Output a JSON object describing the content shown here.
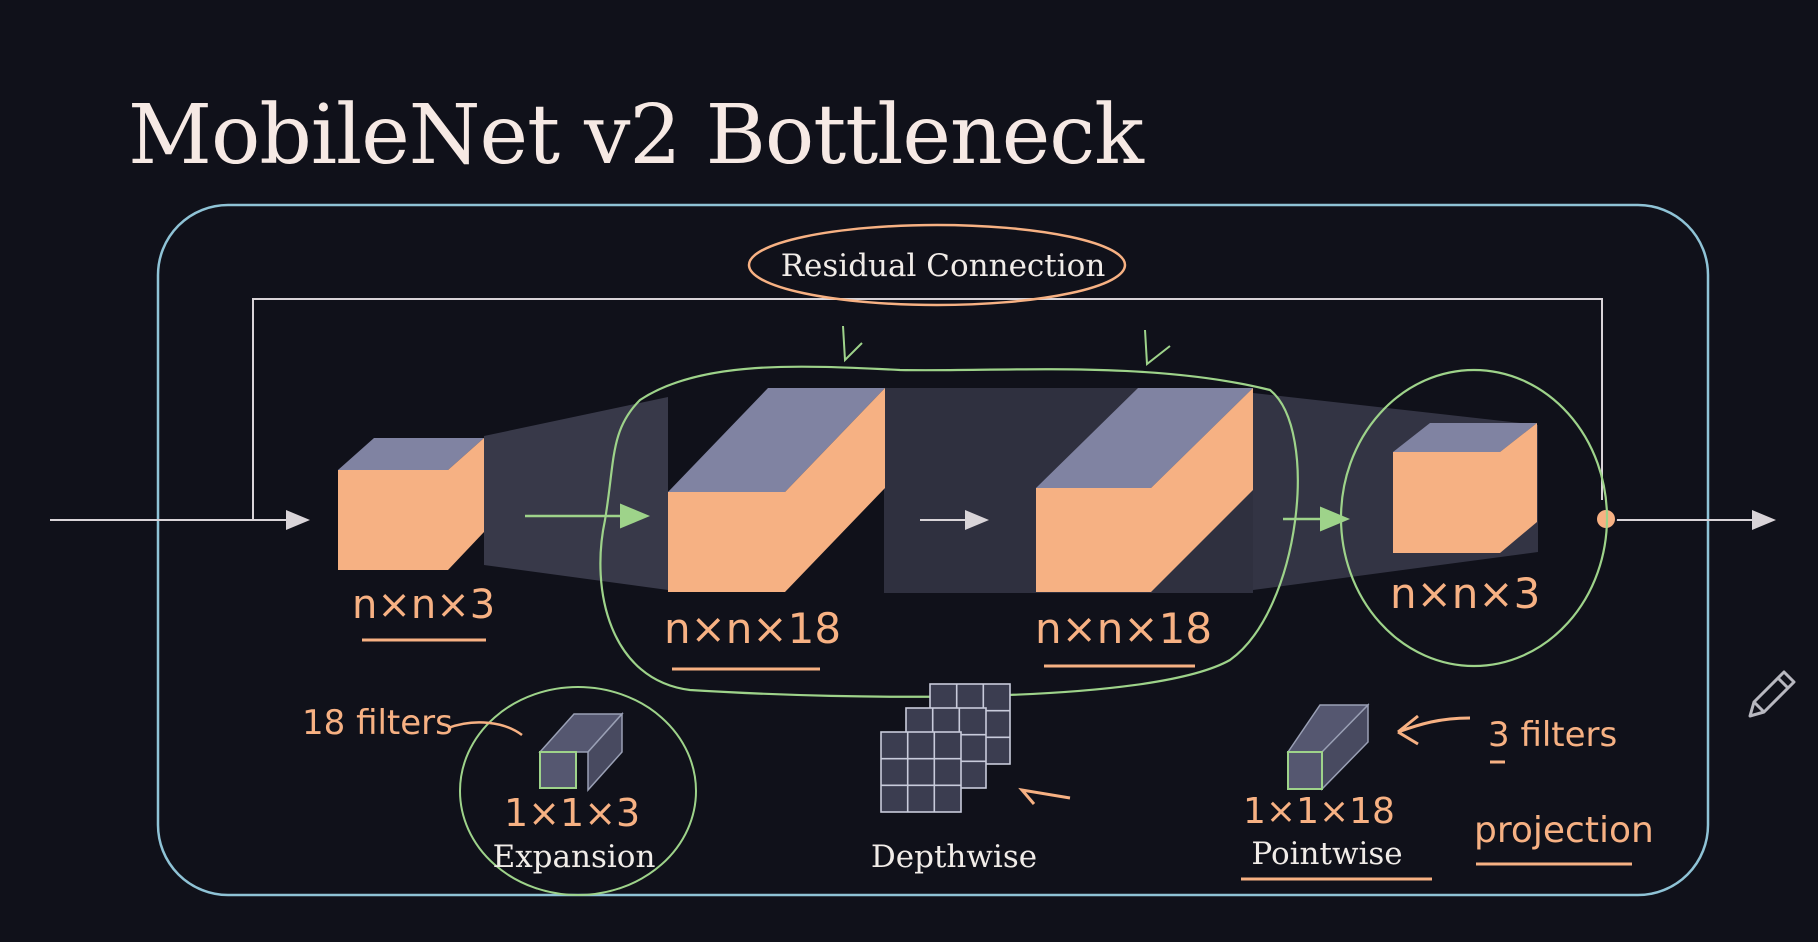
{
  "title": "MobileNet v2 Bottleneck",
  "residual_label": "Residual Connection",
  "tensors": [
    {
      "label": "n×n×3"
    },
    {
      "label": "n×n×18"
    },
    {
      "label": "n×n×18"
    },
    {
      "label": "n×n×3"
    }
  ],
  "expansion": {
    "filters": "18 filters",
    "kernel": "1×1×3",
    "label": "Expansion"
  },
  "depthwise": {
    "label": "Depthwise"
  },
  "pointwise": {
    "filters": "3 filters",
    "kernel": "1×1×18",
    "label": "Pointwise",
    "note": "projection"
  },
  "colors": {
    "background": "#10111a",
    "block_border": "#8fc3d6",
    "cube_front": "#f6b183",
    "cube_top": "#8083a2",
    "volume": "#3a3b4c",
    "annotation_green": "#9ed38a",
    "annotation_orange": "#f7b183",
    "line": "#d9d4d8"
  },
  "icons": [
    "pencil-icon"
  ]
}
